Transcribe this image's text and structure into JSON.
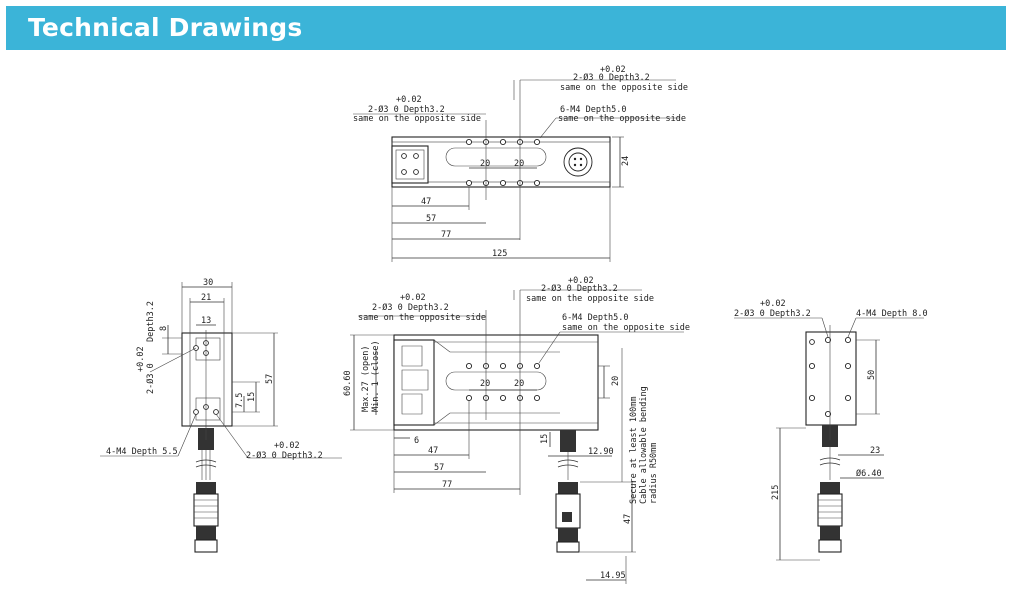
{
  "header": {
    "title": "Technical Drawings"
  },
  "top_view": {
    "tol_right": "+0.02",
    "holes_right": "2-Ø3  0   Depth3.2",
    "opp_right": "same on the opposite side",
    "tol_left": "+0.02",
    "holes_left": "2-Ø3  0  Depth3.2",
    "opp_left": "same on the opposite side",
    "m4": "6-M4 Depth5.0",
    "m4_opp": "same on the opposite side",
    "d_20a": "20",
    "d_20b": "20",
    "d_24": "24",
    "d_47": "47",
    "d_57": "57",
    "d_77": "77",
    "d_125": "125"
  },
  "side_left": {
    "d_30": "30",
    "d_21": "21",
    "d_13": "13",
    "d_8": "8",
    "d_57": "57",
    "d_15": "15",
    "d_75": "7.5",
    "depth": "Depth3.2",
    "tol": "+0.02",
    "holes": "2-Ø3  0",
    "m4": "4-M4 Depth 5.5",
    "tol_b": "+0.02",
    "holes_b": "2-Ø3  0    Depth3.2"
  },
  "front_view": {
    "tol_right": "+0.02",
    "holes_right": "2-Ø3  0   Depth3.2",
    "opp_right": "same on the opposite side",
    "tol_left": "+0.02",
    "holes_left": "2-Ø3  0  Depth3.2",
    "opp_left": "same on the opposite side",
    "m4": "6-M4 Depth5.0",
    "m4_opp": "same on the opposite side",
    "d_6060": "60.60",
    "max_open": "Max.27 (open)",
    "min_close": "Min. 1 (close)",
    "d_20a": "20",
    "d_20b": "20",
    "d_20v": "20",
    "d_6": "6",
    "d_47": "47",
    "d_57": "57",
    "d_77": "77",
    "d_15": "15",
    "d_1290": "12.90",
    "d_47v": "47",
    "d_1495": "14.95",
    "note1": "Secure at least 100mm",
    "note2": "Cable allowable bending",
    "note3": "radius R50mm"
  },
  "right_view": {
    "tol": "+0.02",
    "holes": "2-Ø3  0    Depth3.2",
    "m4": "4-M4 Depth 8.0",
    "d_50": "50",
    "d_23": "23",
    "d_640": "Ø6.40",
    "d_215": "215"
  }
}
